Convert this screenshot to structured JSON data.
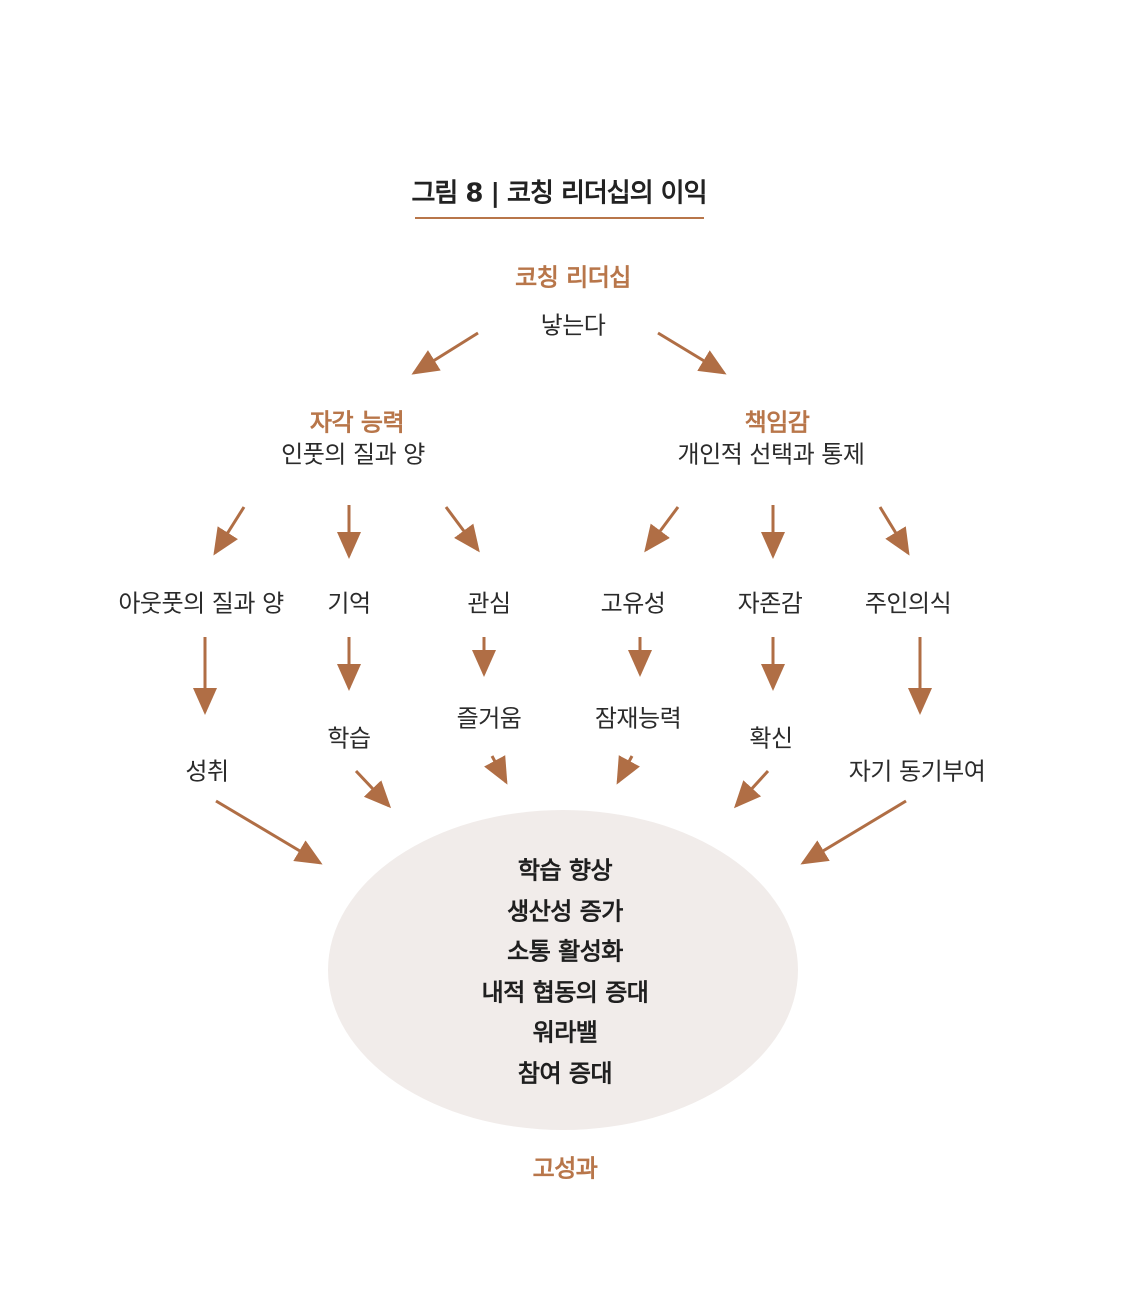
{
  "colors": {
    "accent": "#b8764a",
    "text": "#2b2b2b",
    "ellipse_fill": "#f1ecea",
    "arrow": "#b06e45"
  },
  "title": "그림 8 | 코칭 리더십의 이익",
  "root": {
    "label": "코칭 리더십",
    "sub": "낳는다"
  },
  "left_branch": {
    "label": "자각 능력",
    "sub": "인풋의 질과 양"
  },
  "right_branch": {
    "label": "책임감",
    "sub": "개인적 선택과 통제"
  },
  "row1": [
    "아웃풋의 질과 양",
    "기억",
    "관심",
    "고유성",
    "자존감",
    "주인의식"
  ],
  "row2": [
    "성취",
    "학습",
    "즐거움",
    "잠재능력",
    "확신",
    "자기 동기부여"
  ],
  "outcomes": [
    "학습 향상",
    "생산성 증가",
    "소통 활성화",
    "내적 협동의 증대",
    "워라밸",
    "참여 증대"
  ],
  "footer": "고성과"
}
